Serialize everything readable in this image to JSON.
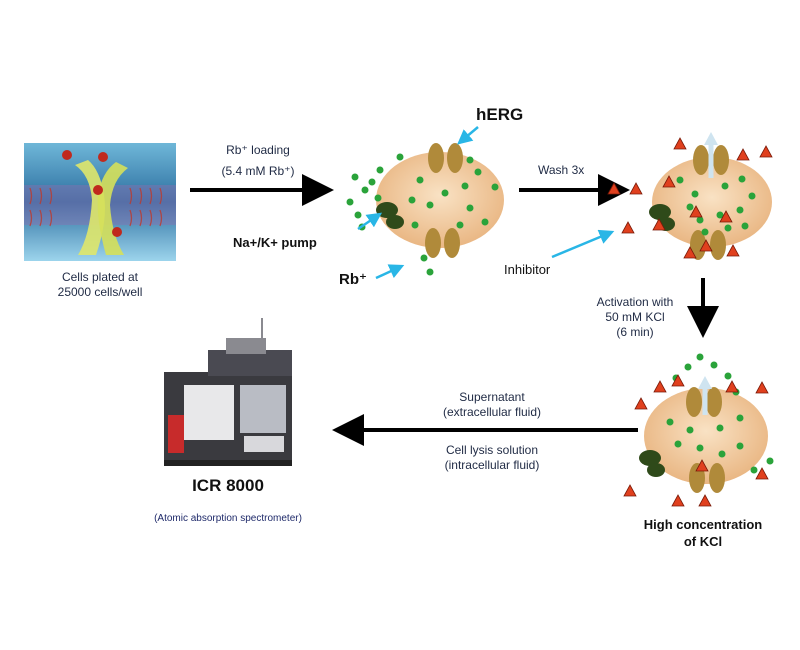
{
  "steps": {
    "cells": {
      "line1": "Cells plated at",
      "line2": "25000 cells/well"
    },
    "loading": {
      "line1": "Rb⁺ loading",
      "line2": "(5.4 mM Rb⁺)"
    },
    "herg": "hERG",
    "pump": "Na+/K+ pump",
    "rb": "Rb⁺",
    "wash": "Wash 3x",
    "inhibitor": "Inhibitor",
    "activation": {
      "line1": "Activation with",
      "line2": "50 mM KCl",
      "line3": "(6 min)"
    },
    "supernatant": {
      "line1": "Supernatant",
      "line2": "(extracellular fluid)"
    },
    "lysis": {
      "line1": "Cell lysis solution",
      "line2": "(intracellular fluid)"
    },
    "high_kcl": {
      "line1": "High concentration",
      "line2": "of KCl"
    },
    "instrument": {
      "name": "ICR 8000",
      "desc": "(Atomic absorption spectrometer)"
    }
  },
  "colors": {
    "cell_fill": "#f0c89a",
    "channel": "#b08a3a",
    "pump": "#2f4a1a",
    "ion": "#2aa33a",
    "inhibitor": "#e0401e",
    "pointer_arrow": "#29b6e6",
    "flow_arrow": "#000000"
  },
  "icons": [
    "membrane-illustration",
    "spectrometer-illustration"
  ]
}
